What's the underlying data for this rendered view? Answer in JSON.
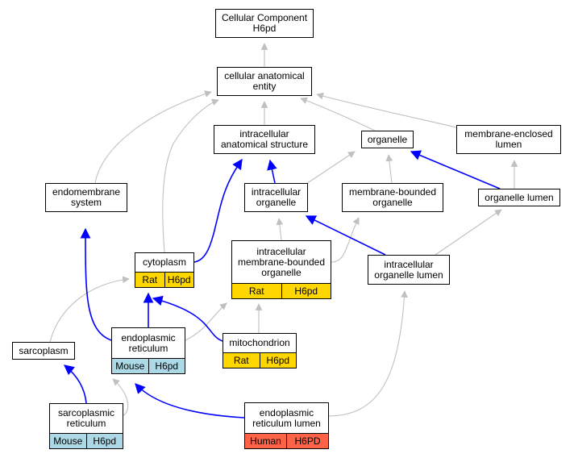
{
  "colors": {
    "rat": "#FFD700",
    "mouse": "#ADD8E6",
    "human": "#FF6347",
    "edge_is_a": "#c0c0c0",
    "edge_part_of": "#0000ff"
  },
  "nodes": {
    "cellular_component": {
      "label": "Cellular Component\nH6pd"
    },
    "cellular_anatomical_entity": {
      "label": "cellular anatomical\nentity"
    },
    "intracellular_anatomical_structure": {
      "label": "intracellular\nanatomical structure"
    },
    "organelle": {
      "label": "organelle"
    },
    "membrane_enclosed_lumen": {
      "label": "membrane-enclosed\nlumen"
    },
    "endomembrane_system": {
      "label": "endomembrane\nsystem"
    },
    "intracellular_organelle": {
      "label": "intracellular\norganelle"
    },
    "membrane_bounded_organelle": {
      "label": "membrane-bounded\norganelle"
    },
    "organelle_lumen": {
      "label": "organelle lumen"
    },
    "cytoplasm": {
      "label": "cytoplasm",
      "annotations": [
        {
          "species": "Rat",
          "gene": "H6pd"
        }
      ]
    },
    "intracellular_membrane_bounded_organelle": {
      "label": "intracellular\nmembrane-bounded\norganelle",
      "annotations": [
        {
          "species": "Rat",
          "gene": "H6pd"
        }
      ]
    },
    "intracellular_organelle_lumen": {
      "label": "intracellular\norganelle lumen"
    },
    "sarcoplasm": {
      "label": "sarcoplasm"
    },
    "endoplasmic_reticulum": {
      "label": "endoplasmic\nreticulum",
      "annotations": [
        {
          "species": "Mouse",
          "gene": "H6pd"
        }
      ]
    },
    "mitochondrion": {
      "label": "mitochondrion",
      "annotations": [
        {
          "species": "Rat",
          "gene": "H6pd"
        }
      ]
    },
    "sarcoplasmic_reticulum": {
      "label": "sarcoplasmic\nreticulum",
      "annotations": [
        {
          "species": "Mouse",
          "gene": "H6pd"
        }
      ]
    },
    "endoplasmic_reticulum_lumen": {
      "label": "endoplasmic\nreticulum lumen",
      "annotations": [
        {
          "species": "Human",
          "gene": "H6PD"
        }
      ]
    }
  },
  "edges": [
    {
      "from": "cellular_anatomical_entity",
      "to": "cellular_component",
      "type": "is_a"
    },
    {
      "from": "endomembrane_system",
      "to": "cellular_anatomical_entity",
      "type": "is_a"
    },
    {
      "from": "cytoplasm",
      "to": "cellular_anatomical_entity",
      "type": "is_a"
    },
    {
      "from": "intracellular_anatomical_structure",
      "to": "cellular_anatomical_entity",
      "type": "is_a"
    },
    {
      "from": "organelle",
      "to": "cellular_anatomical_entity",
      "type": "is_a"
    },
    {
      "from": "membrane_enclosed_lumen",
      "to": "cellular_anatomical_entity",
      "type": "is_a"
    },
    {
      "from": "intracellular_organelle",
      "to": "organelle",
      "type": "is_a"
    },
    {
      "from": "intracellular_organelle",
      "to": "intracellular_anatomical_structure",
      "type": "part_of"
    },
    {
      "from": "membrane_bounded_organelle",
      "to": "organelle",
      "type": "is_a"
    },
    {
      "from": "organelle_lumen",
      "to": "organelle",
      "type": "part_of"
    },
    {
      "from": "organelle_lumen",
      "to": "membrane_enclosed_lumen",
      "type": "is_a"
    },
    {
      "from": "cytoplasm",
      "to": "intracellular_anatomical_structure",
      "type": "part_of"
    },
    {
      "from": "intracellular_membrane_bounded_organelle",
      "to": "intracellular_organelle",
      "type": "is_a"
    },
    {
      "from": "intracellular_membrane_bounded_organelle",
      "to": "membrane_bounded_organelle",
      "type": "is_a"
    },
    {
      "from": "intracellular_organelle_lumen",
      "to": "intracellular_organelle",
      "type": "part_of"
    },
    {
      "from": "intracellular_organelle_lumen",
      "to": "organelle_lumen",
      "type": "is_a"
    },
    {
      "from": "sarcoplasm",
      "to": "cytoplasm",
      "type": "is_a"
    },
    {
      "from": "endoplasmic_reticulum",
      "to": "endomembrane_system",
      "type": "part_of"
    },
    {
      "from": "endoplasmic_reticulum",
      "to": "cytoplasm",
      "type": "part_of"
    },
    {
      "from": "endoplasmic_reticulum",
      "to": "intracellular_membrane_bounded_organelle",
      "type": "is_a"
    },
    {
      "from": "mitochondrion",
      "to": "cytoplasm",
      "type": "part_of"
    },
    {
      "from": "mitochondrion",
      "to": "intracellular_membrane_bounded_organelle",
      "type": "is_a"
    },
    {
      "from": "sarcoplasmic_reticulum",
      "to": "sarcoplasm",
      "type": "part_of"
    },
    {
      "from": "sarcoplasmic_reticulum",
      "to": "endoplasmic_reticulum",
      "type": "is_a"
    },
    {
      "from": "endoplasmic_reticulum_lumen",
      "to": "endoplasmic_reticulum",
      "type": "part_of"
    },
    {
      "from": "endoplasmic_reticulum_lumen",
      "to": "intracellular_organelle_lumen",
      "type": "is_a"
    }
  ]
}
